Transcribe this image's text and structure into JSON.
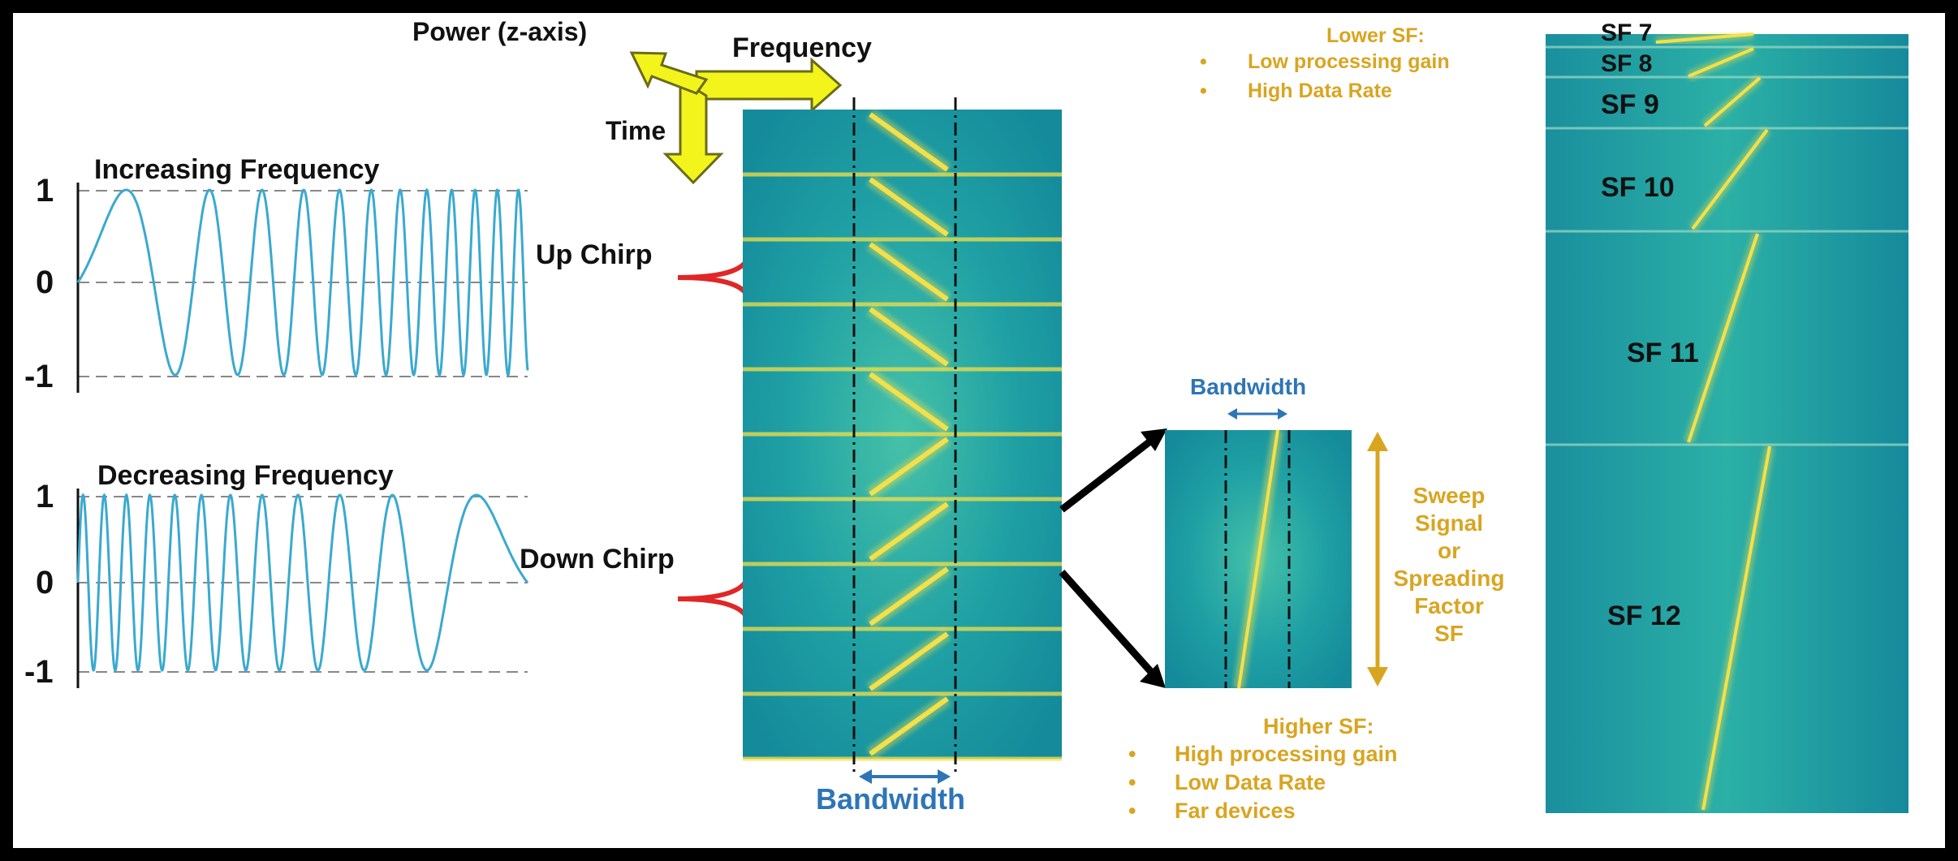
{
  "axes_legend": {
    "power": "Power (z-axis)",
    "frequency": "Frequency",
    "time": "Time"
  },
  "waves": [
    {
      "title": "Increasing Frequency",
      "ticks": [
        "1",
        "0",
        "-1"
      ]
    },
    {
      "title": "Decreasing Frequency",
      "ticks": [
        "1",
        "0",
        "-1"
      ]
    }
  ],
  "chirp_labels": {
    "up": "Up Chirp",
    "down": "Down Chirp"
  },
  "spectrogram": {
    "up_chirps": 5,
    "down_chirps": 5,
    "bandwidth_label": "Bandwidth"
  },
  "zoom": {
    "bandwidth_label": "Bandwidth",
    "sweep_label": [
      "Sweep",
      "Signal",
      "or",
      "Spreading",
      "Factor",
      "SF"
    ]
  },
  "lower_sf": {
    "title": "Lower SF:",
    "items": [
      "Low processing gain",
      "High Data Rate"
    ]
  },
  "higher_sf": {
    "title": "Higher SF:",
    "items": [
      "High processing gain",
      "Low Data Rate",
      "Far devices"
    ]
  },
  "sf_panels": [
    "SF 7",
    "SF 8",
    "SF 9",
    "SF 10",
    "SF 11",
    "SF 12"
  ],
  "colors": {
    "wave": "#3aa9d0",
    "bracket": "#e02626",
    "arrow_fill": "#f3f41c",
    "spectro_bg": "#1f9aa0",
    "chirp_line": "#f4e04a",
    "bandwidth_text": "#2e75b6",
    "sf_text": "#d9a521",
    "frame": "#000000"
  }
}
